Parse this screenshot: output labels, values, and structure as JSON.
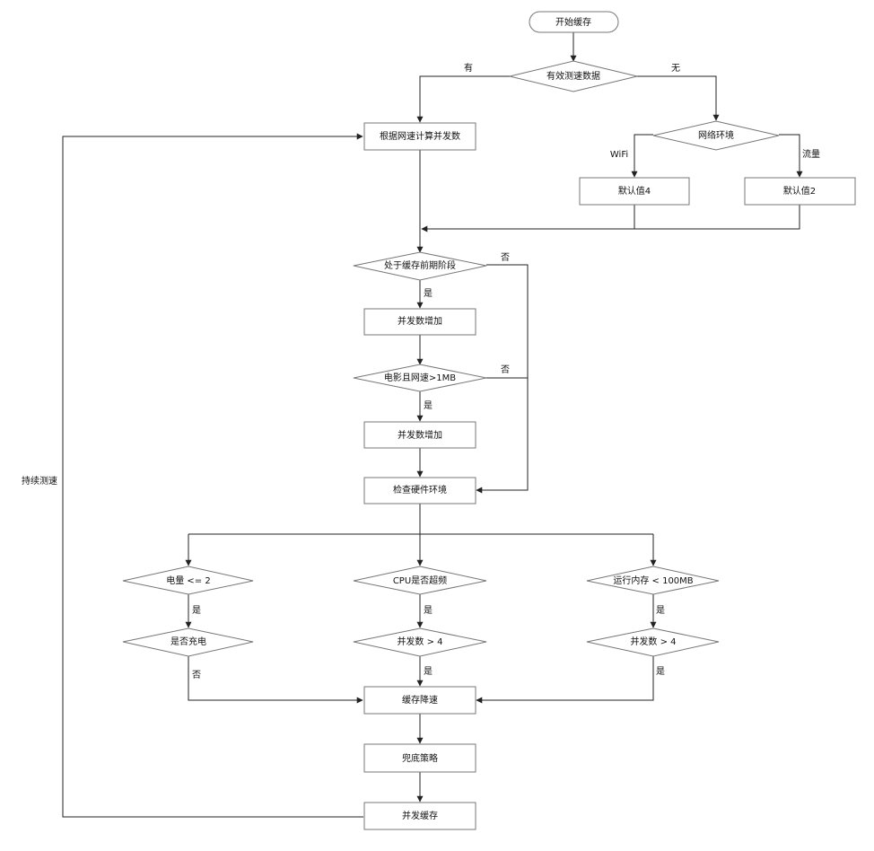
{
  "nodes": {
    "start": "开始缓存",
    "has_speed_data": "有效测速数据",
    "calc_concurrency": "根据网速计算并发数",
    "network_env": "网络环境",
    "default_4": "默认值4",
    "default_2": "默认值2",
    "early_cache_stage": "处于缓存前期阶段",
    "increase_concurrency_1": "并发数增加",
    "movie_speed": "电影且网速>1MB",
    "increase_concurrency_2": "并发数增加",
    "check_hardware": "检查硬件环境",
    "battery_check": "电量  <= 2",
    "cpu_overclock": "CPU是否超频",
    "memory_check": "运行内存 < 100MB",
    "charging_check": "是否充电",
    "concurrency_gt4_a": "并发数 > 4",
    "concurrency_gt4_b": "并发数 > 4",
    "cache_slowdown": "缓存降速",
    "fallback_strategy": "兜底策略",
    "concurrent_cache": "并发缓存"
  },
  "edges": {
    "yes_has_data": "有",
    "no_has_data": "无",
    "wifi": "WiFi",
    "cellular": "流量",
    "early_no": "否",
    "early_yes": "是",
    "movie_no": "否",
    "movie_yes": "是",
    "battery_yes": "是",
    "charging_no": "否",
    "cpu_yes": "是",
    "concurrency_a_yes": "是",
    "memory_yes": "是",
    "concurrency_b_yes": "是",
    "continuous_speed_test": "持续测速"
  }
}
